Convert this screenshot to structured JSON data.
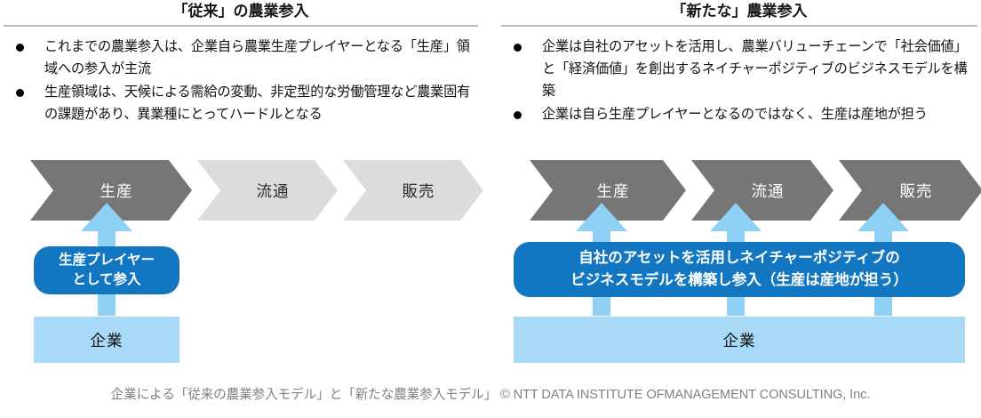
{
  "colors": {
    "chevron_active": "#767676",
    "chevron_inactive": "#dcdcdc",
    "accent_blue": "#1277c0",
    "arrow_blue": "#8fd0f5",
    "company_blue": "#a8daf8",
    "rule_gray": "#bcbcbc",
    "caption_gray": "#808080"
  },
  "left": {
    "title": "「従来」の農業参入",
    "bullets": [
      "これまでの農業参入は、企業自ら農業生産プレイヤーとなる「生産」領域への参入が主流",
      "生産領域は、天候による需給の変動、非定型的な労働管理など農業固有の課題があり、異業種にとってハードルとなる"
    ],
    "chevrons": [
      {
        "label": "生産",
        "state": "active"
      },
      {
        "label": "流通",
        "state": "inactive"
      },
      {
        "label": "販売",
        "state": "inactive"
      }
    ],
    "callout": {
      "line1": "生産プレイヤー",
      "line2": "として参入"
    },
    "company": "企業",
    "arrow_targets": [
      "生産"
    ]
  },
  "right": {
    "title": "「新たな」農業参入",
    "bullets": [
      "企業は自社のアセットを活用し、農業バリューチェーンで「社会価値」と「経済価値」を創出するネイチャーポジティブのビジネスモデルを構築",
      "企業は自ら生産プレイヤーとなるのではなく、生産は産地が担う"
    ],
    "chevrons": [
      {
        "label": "生産",
        "state": "active"
      },
      {
        "label": "流通",
        "state": "active"
      },
      {
        "label": "販売",
        "state": "active"
      }
    ],
    "callout": {
      "line1": "自社のアセットを活用しネイチャーポジティブの",
      "line2": "ビジネスモデルを構築し参入（生産は産地が担う）"
    },
    "company": "企業",
    "arrow_targets": [
      "生産",
      "流通",
      "販売"
    ]
  },
  "caption": "企業による「従来の農業参入モデル」と「新たな農業参入モデル」 © NTT DATA INSTITUTE OFMANAGEMENT CONSULTING, Inc."
}
